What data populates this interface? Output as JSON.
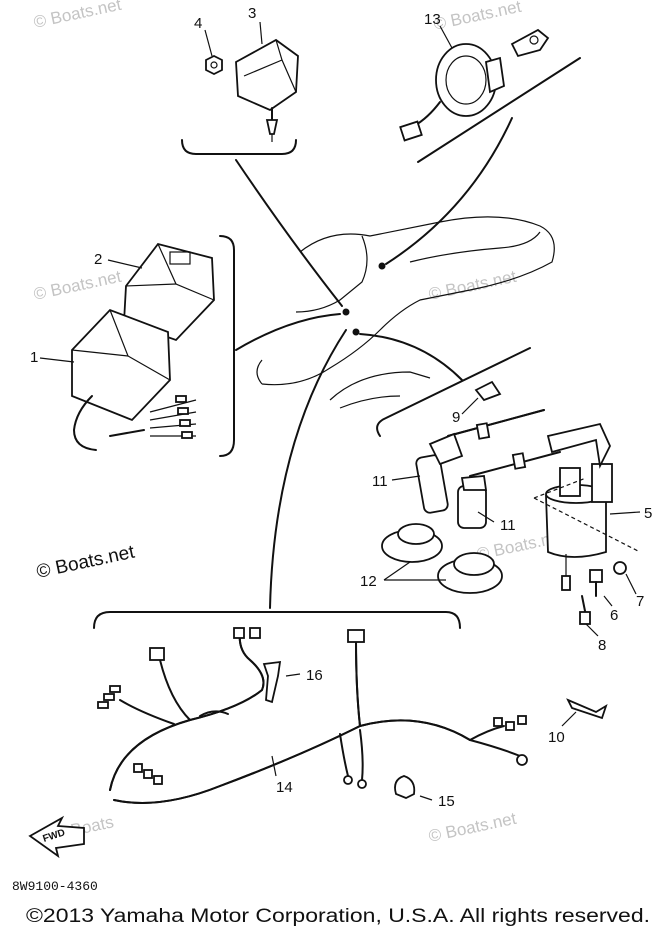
{
  "watermarks": {
    "top_left": "© Boats.net",
    "top_right": "© Boats.net",
    "mid_left": "© Boats.net",
    "mid_right": "© Boats.net",
    "prominent": "© Boats.net",
    "right_center": "© Boats.net",
    "bottom_left": "Boats",
    "bottom_right": "© Boats.net"
  },
  "callouts": {
    "c1": "1",
    "c2": "2",
    "c3": "3",
    "c4": "4",
    "c5": "5",
    "c6": "6",
    "c7": "7",
    "c8": "8",
    "c9": "9",
    "c10": "10",
    "c11a": "11",
    "c11b": "11",
    "c12": "12",
    "c13": "13",
    "c14": "14",
    "c15": "15",
    "c16": "16"
  },
  "forward_label": "FWD",
  "diagram_code": "8W9100-4360",
  "copyright": "©2013 Yamaha Motor Corporation, U.S.A. All rights reserved.",
  "icons": {
    "forward_arrow": "arrow-fwd-icon"
  }
}
